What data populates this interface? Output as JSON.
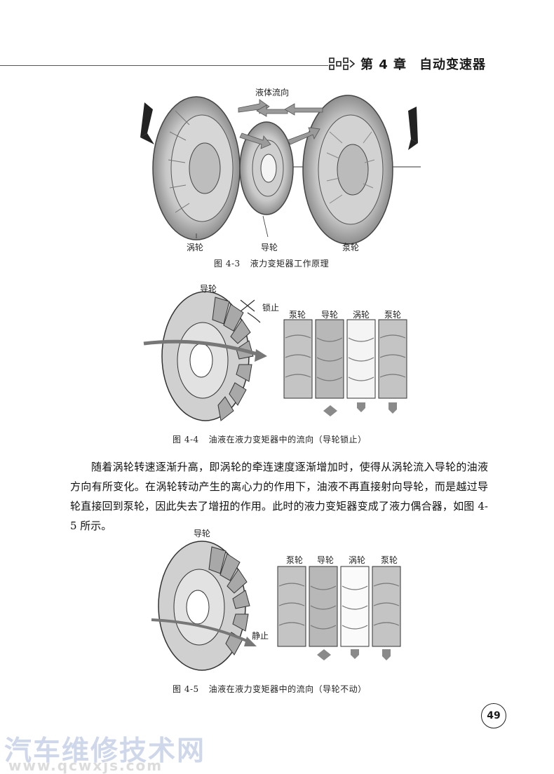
{
  "header": {
    "chapter_number": "第 4 章",
    "chapter_title": "自动变速器"
  },
  "figure_4_3": {
    "flow_label": "液体流向",
    "labels": {
      "turbine": "涡轮",
      "stator": "导轮",
      "pump": "泵轮"
    },
    "caption_number": "图 4-3",
    "caption_text": "液力变矩器工作原理"
  },
  "figure_4_4": {
    "stator_label": "导轮",
    "lock_label": "锁止",
    "columns": [
      "泵轮",
      "导轮",
      "涡轮",
      "泵轮"
    ],
    "caption_number": "图 4-4",
    "caption_text": "油液在液力变矩器中的流向（导轮锁止）"
  },
  "body_text": "随着涡轮转速逐渐升高，即涡轮的牵连速度逐渐增加时，使得从涡轮流入导轮的油液方向有所变化。在涡轮转动产生的离心力的作用下，油液不再直接射向导轮，而是越过导轮直接回到泵轮，因此失去了增扭的作用。此时的液力变矩器变成了液力偶合器，如图 4-5 所示。",
  "figure_4_5": {
    "stator_label": "导轮",
    "static_label": "静止",
    "columns": [
      "泵轮",
      "导轮",
      "涡轮",
      "泵轮"
    ],
    "caption_number": "图 4-5",
    "caption_text": "油液在液力变矩器中的流向（导轮不动）"
  },
  "page_number": "49",
  "watermark": {
    "title": "汽车维修技术网",
    "url": "www.qcwxjs.com"
  }
}
